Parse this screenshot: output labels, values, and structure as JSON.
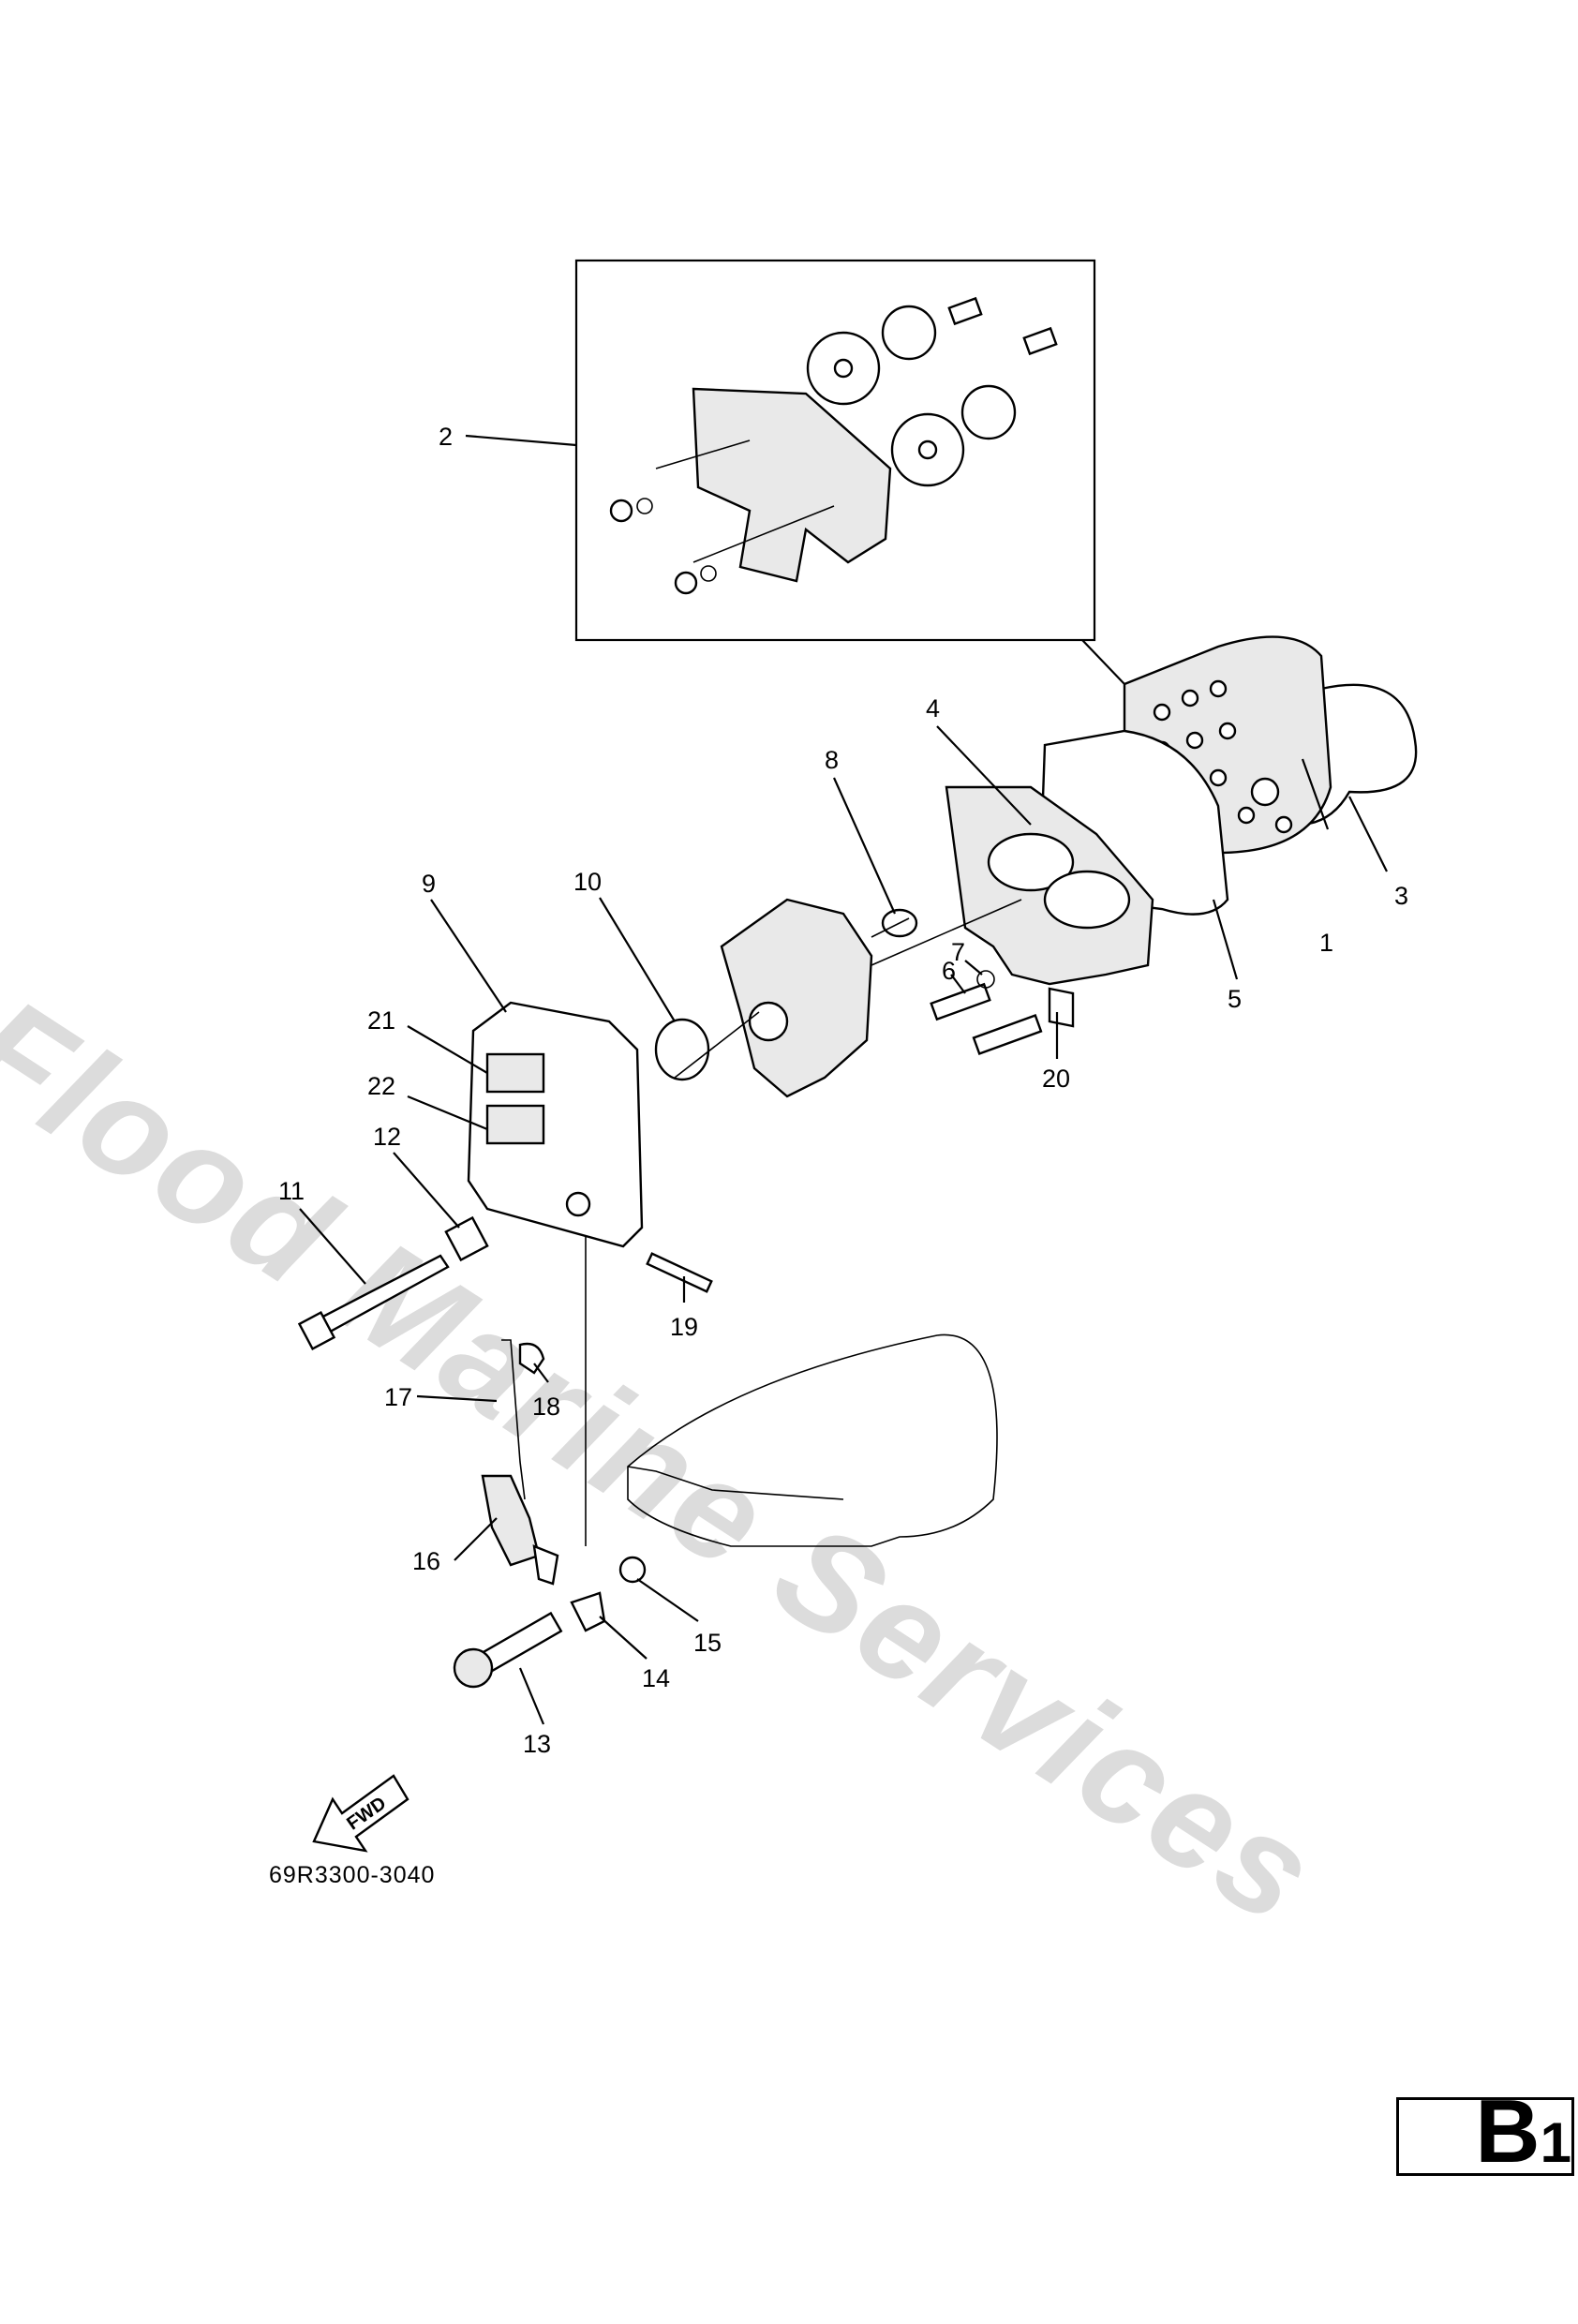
{
  "watermark": "Flood Marine Services",
  "drawing_number": "69R3300-3040",
  "page_tag": {
    "letter": "B",
    "number": "1"
  },
  "fwd_label": "FWD",
  "callouts": [
    "1",
    "2",
    "3",
    "4",
    "5",
    "6",
    "7",
    "8",
    "9",
    "10",
    "11",
    "12",
    "13",
    "14",
    "15",
    "16",
    "17",
    "18",
    "19",
    "20",
    "21",
    "22"
  ]
}
